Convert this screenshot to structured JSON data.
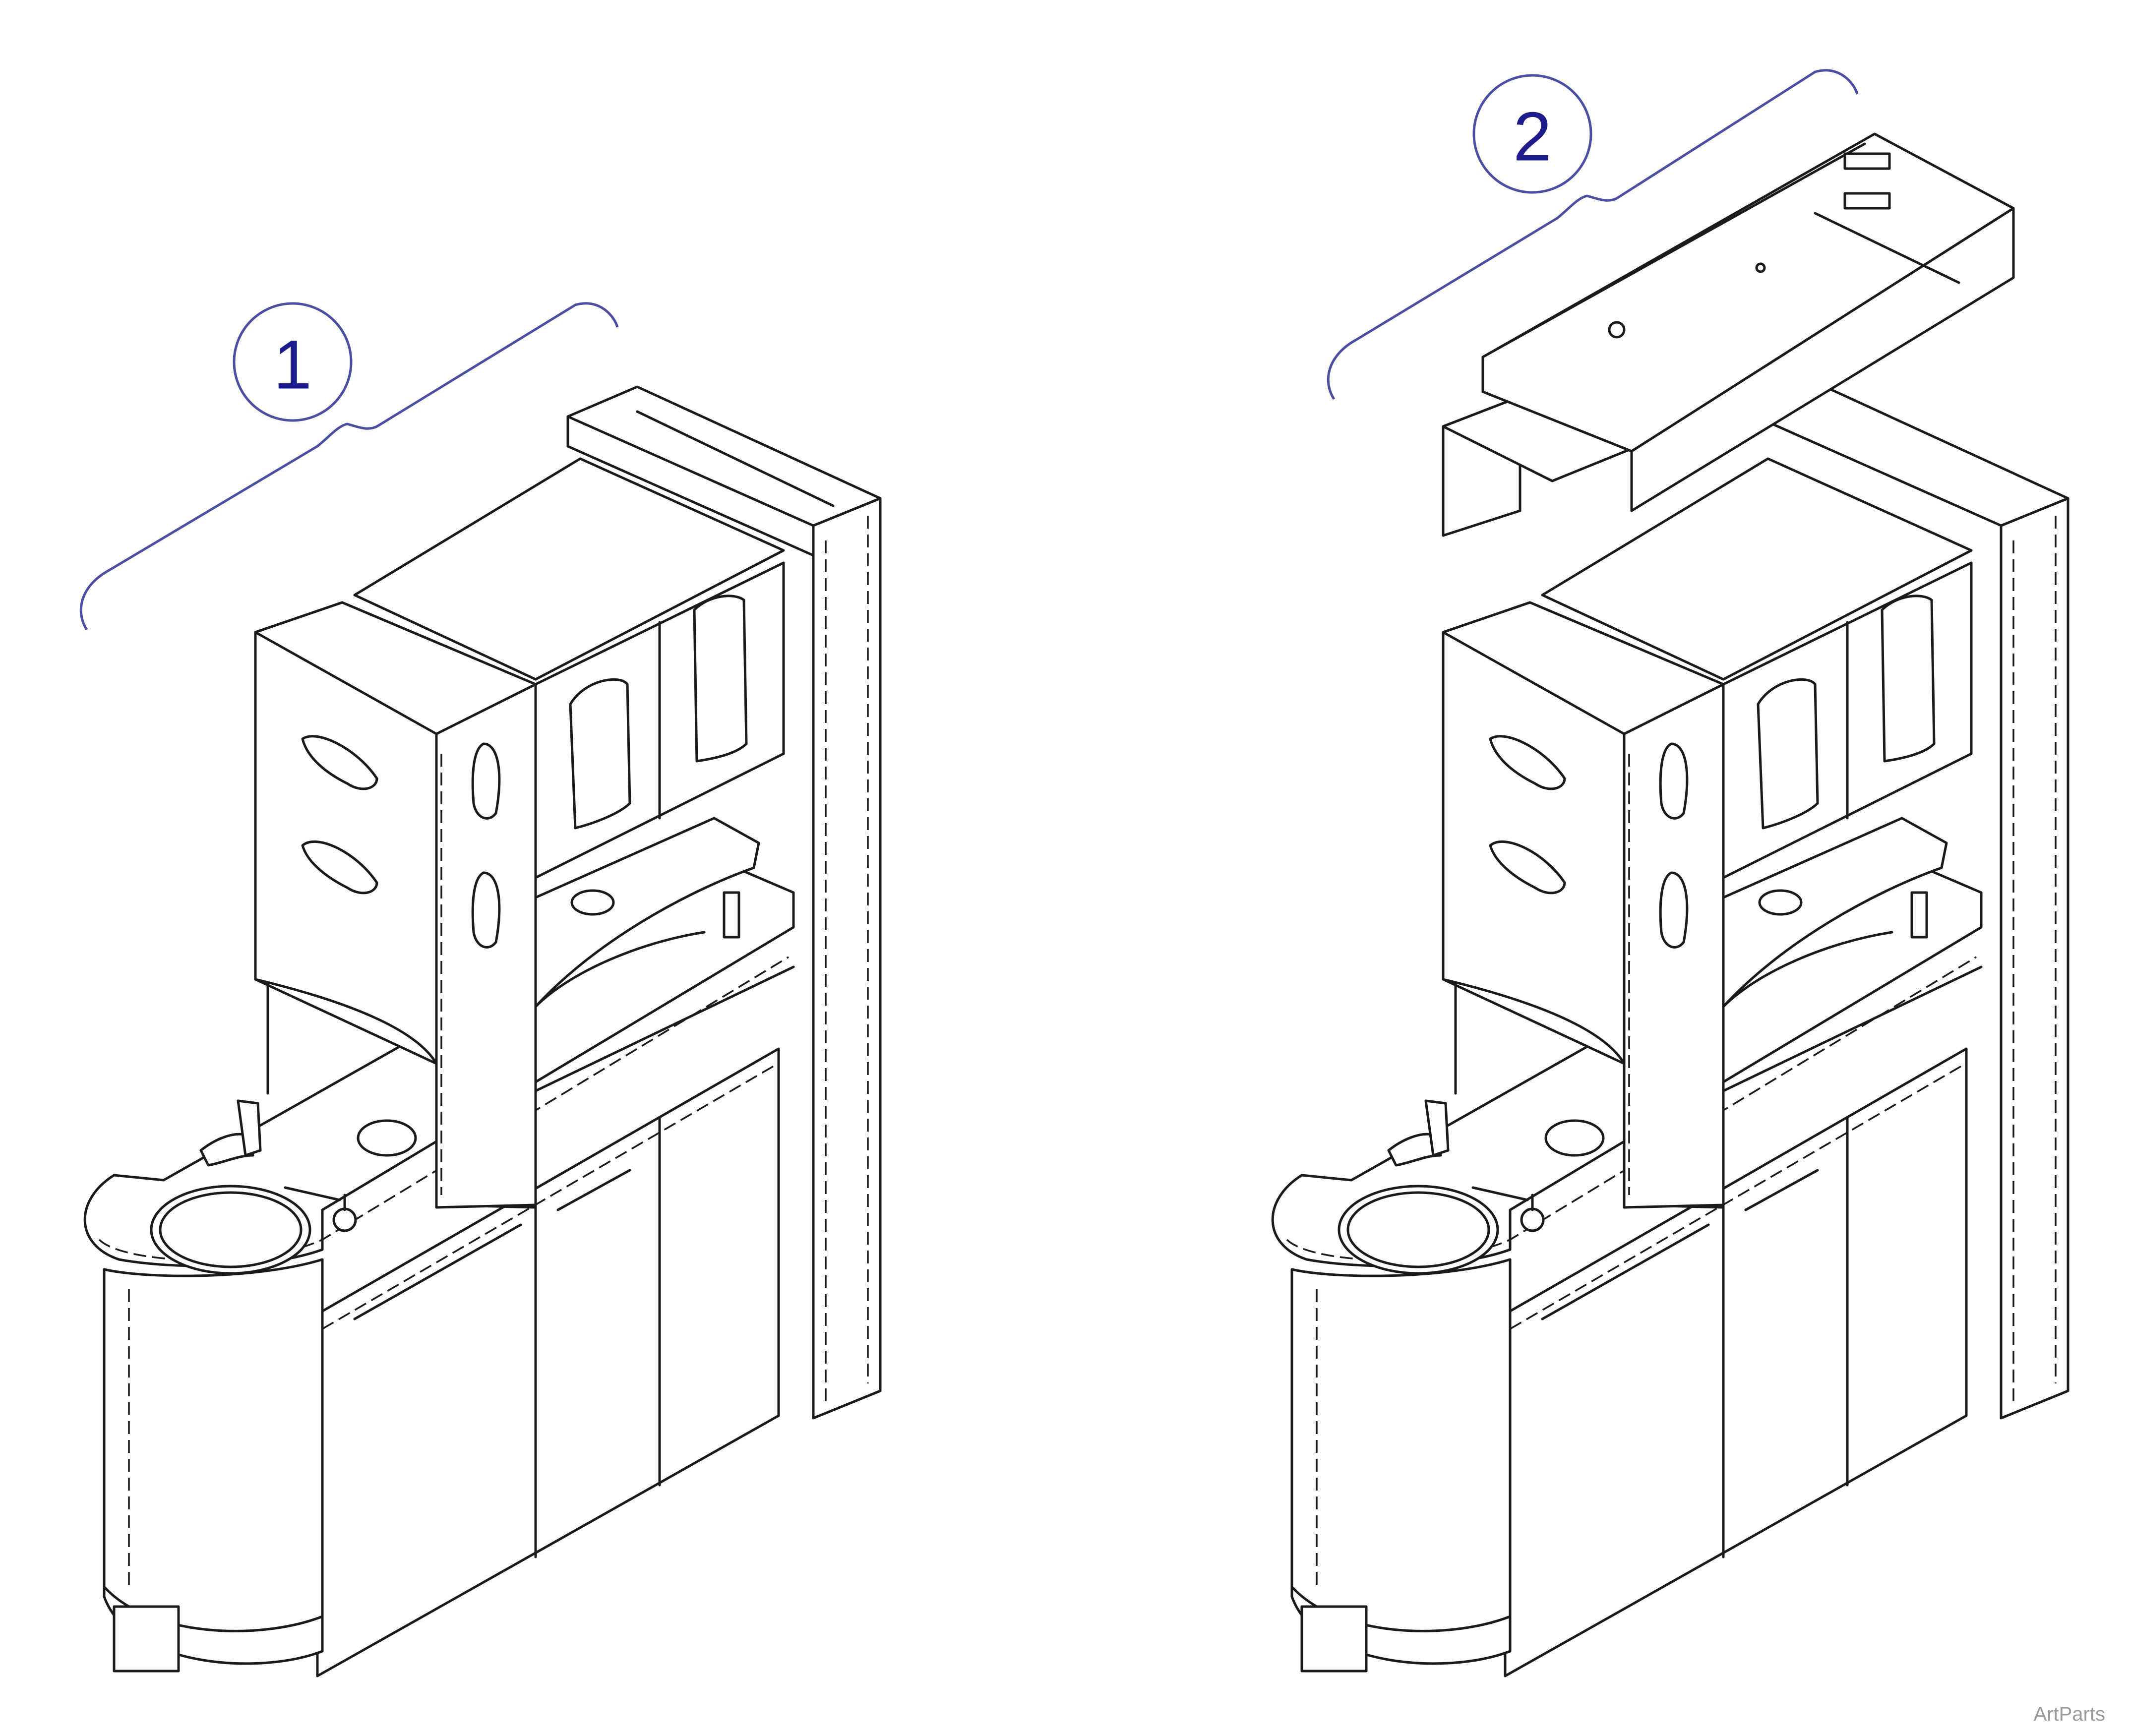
{
  "callouts": [
    {
      "number": "1",
      "color": "#1c1c8c"
    },
    {
      "number": "2",
      "color": "#1c1c8c"
    }
  ],
  "watermark": "ArtParts",
  "colors": {
    "line": "#1a1a1a",
    "leader": "#4b4fa3",
    "callout_text": "#1c1c8c",
    "watermark": "#9a9a9a"
  }
}
